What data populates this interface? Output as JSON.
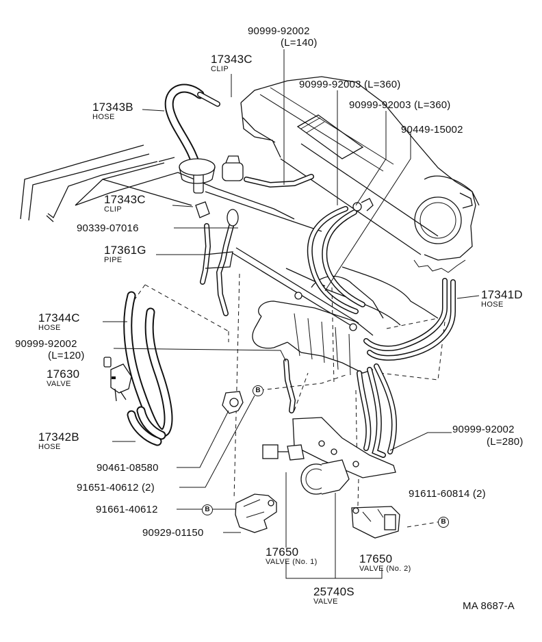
{
  "callouts": {
    "c1": {
      "part": "90999-92002",
      "note": "(L=140)"
    },
    "c2": {
      "part": "17343C",
      "name": "CLIP"
    },
    "c3": {
      "part": "90999-92003 (L=360)"
    },
    "c4": {
      "part": "17343B",
      "name": "HOSE"
    },
    "c5": {
      "part": "90999-92003 (L=360)"
    },
    "c6": {
      "part": "90449-15002"
    },
    "c7": {
      "part": "17343C",
      "name": "CLIP"
    },
    "c8": {
      "part": "90339-07016"
    },
    "c9": {
      "part": "17361G",
      "name": "PIPE"
    },
    "c10": {
      "part": "17341D",
      "name": "HOSE"
    },
    "c11": {
      "part": "17344C",
      "name": "HOSE"
    },
    "c12": {
      "part": "90999-92002",
      "note": "(L=120)"
    },
    "c13": {
      "part": "17630",
      "name": "VALVE"
    },
    "c14": {
      "part": "17342B",
      "name": "HOSE"
    },
    "c15": {
      "part": "90999-92002",
      "note": "(L=280)"
    },
    "c16": {
      "part": "90461-08580"
    },
    "c17": {
      "part": "91651-40612 (2)"
    },
    "c18": {
      "part": "91611-60814 (2)"
    },
    "c19": {
      "part": "91661-40612"
    },
    "c20": {
      "part": "90929-01150"
    },
    "c21": {
      "part": "17650",
      "name": "VALVE (No. 1)"
    },
    "c22": {
      "part": "17650",
      "name": "VALVE (No. 2)"
    },
    "c23": {
      "part": "25740S",
      "name": "VALVE"
    }
  },
  "ref_marker": "B",
  "drawing_code": "MA 8687-A"
}
